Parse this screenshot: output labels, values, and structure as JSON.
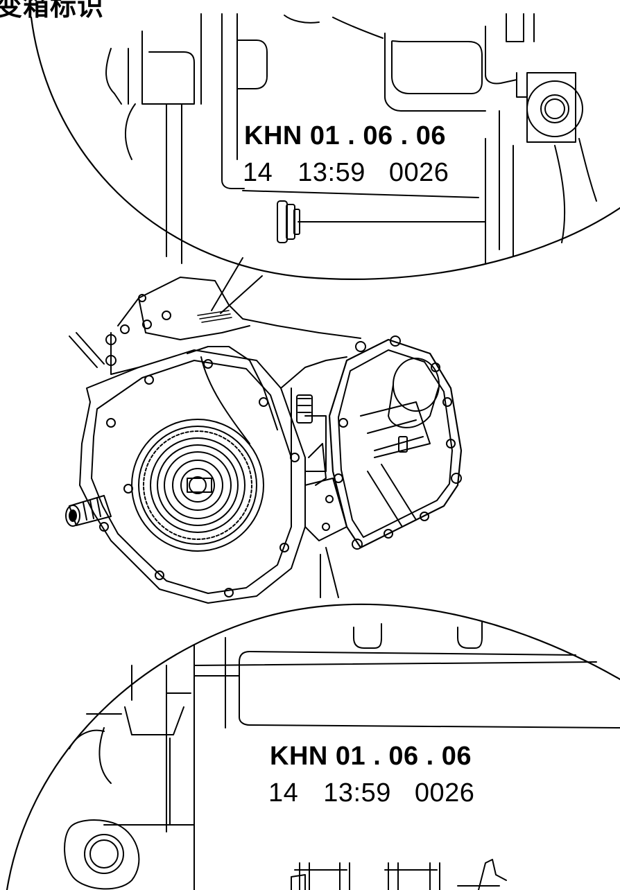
{
  "heading": "变箱标识",
  "callout_top": {
    "code": "KHN 01 . 06 . 06",
    "stamp": [
      "14",
      "13:59",
      "0026"
    ]
  },
  "callout_bottom": {
    "code": "KHN 01 . 06 . 06",
    "stamp": [
      "14",
      "13:59",
      "0026"
    ]
  }
}
